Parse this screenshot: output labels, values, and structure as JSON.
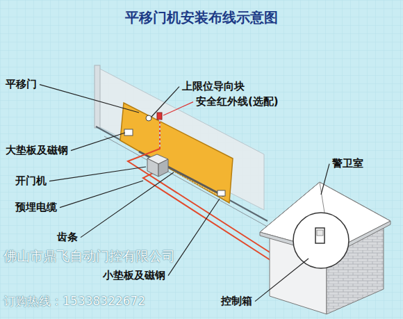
{
  "diagram": {
    "title": "平移门机安装布线示意图",
    "labels": [
      "平移门",
      "上限位导向块",
      "安全红外线(选配)",
      "大垫板及磁钢",
      "开门机",
      "预埋电缆",
      "警卫室",
      "齿条",
      "小垫板及磁钢",
      "控制箱",
      "佛山市鼎飞自动门控有限公司",
      "订购热线：15338322672"
    ]
  }
}
